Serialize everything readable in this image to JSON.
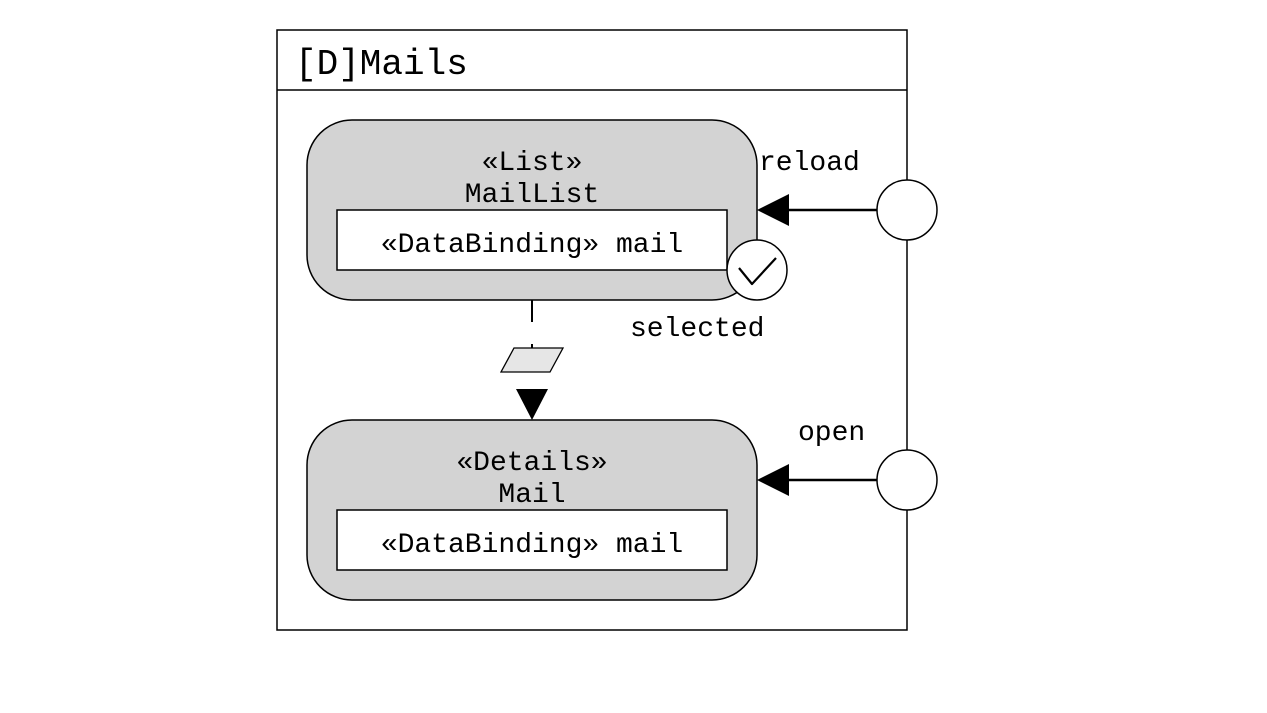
{
  "diagram": {
    "frame": {
      "title": "[D]Mails"
    },
    "nodes": [
      {
        "id": "maillist",
        "stereotype": "«List»",
        "name": "MailList",
        "binding": "«DataBinding» mail"
      },
      {
        "id": "mail",
        "stereotype": "«Details»",
        "name": "Mail",
        "binding": "«DataBinding» mail"
      }
    ],
    "ports": [
      {
        "label": "reload"
      },
      {
        "label": "open"
      }
    ],
    "events": {
      "selected_label": "selected"
    },
    "colors": {
      "node_fill": "#d3d3d3",
      "parallelogram_fill": "#e6e6e6",
      "stroke": "#000000",
      "background": "#ffffff"
    }
  }
}
